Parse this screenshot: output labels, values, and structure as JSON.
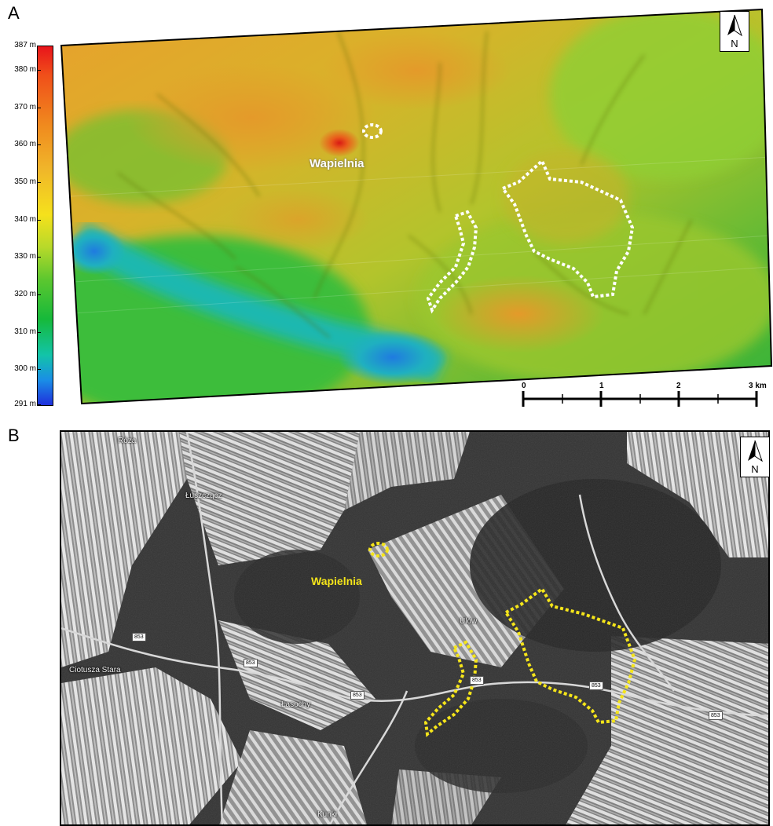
{
  "panel_a": {
    "letter": "A",
    "legend_ticks": [
      "387 m",
      "380 m",
      "370 m",
      "360 m",
      "350 m",
      "340 m",
      "330 m",
      "320 m",
      "310 m",
      "300 m",
      "291 m"
    ],
    "legend_values": [
      387,
      380,
      370,
      360,
      350,
      340,
      330,
      320,
      310,
      300,
      291
    ],
    "label_site": "Wapielnia",
    "north": "N",
    "scale_labels": [
      "0",
      "1",
      "2",
      "3 km"
    ],
    "outline_color": "#ffffff"
  },
  "panel_b": {
    "letter": "B",
    "label_site": "Wapielnia",
    "north": "N",
    "outline_color": "#f5e51a",
    "places": [
      "Róża",
      "Łuszczącz",
      "Ulów",
      "Ciotusza Stara",
      "Łasochy",
      "Kunki"
    ],
    "road_number": "853"
  }
}
